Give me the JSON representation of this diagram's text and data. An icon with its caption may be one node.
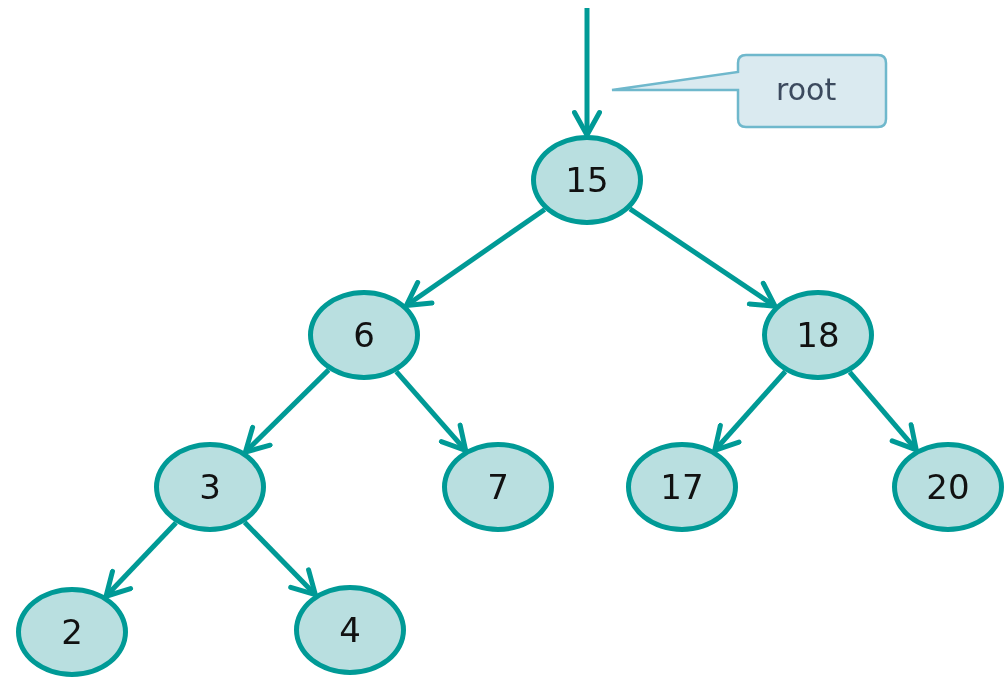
{
  "diagram": {
    "nodes": [
      {
        "text": [
          "root"
        ]
      },
      {
        "text": [
          "15"
        ]
      },
      {
        "text": [
          "6"
        ]
      },
      {
        "text": [
          "18"
        ]
      },
      {
        "text": [
          "3"
        ]
      },
      {
        "text": [
          "7"
        ]
      },
      {
        "text": [
          "17"
        ]
      },
      {
        "text": [
          "20"
        ]
      },
      {
        "text": [
          "2"
        ]
      },
      {
        "text": [
          "4"
        ]
      }
    ],
    "edges": [
      {
        "from": null,
        "to": 1,
        "arrow": "to"
      },
      {
        "from": 1,
        "to": 2,
        "arrow": "to"
      },
      {
        "from": 1,
        "to": 3,
        "arrow": "to"
      },
      {
        "from": 2,
        "to": 4,
        "arrow": "to"
      },
      {
        "from": 2,
        "to": 5,
        "arrow": "to"
      },
      {
        "from": 3,
        "to": 6,
        "arrow": "to"
      },
      {
        "from": 3,
        "to": 7,
        "arrow": "to"
      },
      {
        "from": 4,
        "to": 8,
        "arrow": "to"
      },
      {
        "from": 4,
        "to": 9,
        "arrow": "to"
      }
    ]
  }
}
